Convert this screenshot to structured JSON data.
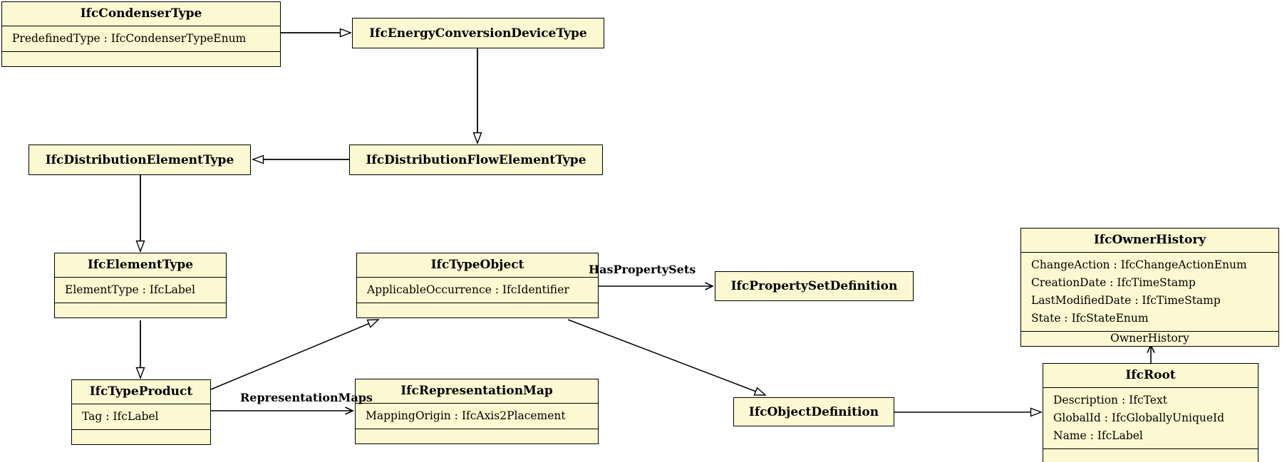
{
  "diagram": {
    "kind": "uml-class-diagram",
    "background_color": "#ffffff",
    "class_fill_color": "#fcf8d1",
    "border_color": "#000000"
  },
  "classes": [
    {
      "name": "IfcCondenserType",
      "attributes": [
        "PredefinedType : IfcCondenserTypeEnum"
      ]
    },
    {
      "name": "IfcEnergyConversionDeviceType",
      "attributes": []
    },
    {
      "name": "IfcDistributionElementType",
      "attributes": []
    },
    {
      "name": "IfcDistributionFlowElementType",
      "attributes": []
    },
    {
      "name": "IfcElementType",
      "attributes": [
        "ElementType : IfcLabel"
      ]
    },
    {
      "name": "IfcTypeObject",
      "attributes": [
        "ApplicableOccurrence : IfcIdentifier"
      ]
    },
    {
      "name": "IfcPropertySetDefinition",
      "attributes": []
    },
    {
      "name": "IfcOwnerHistory",
      "attributes": [
        "ChangeAction : IfcChangeActionEnum",
        "CreationDate : IfcTimeStamp",
        "LastModifiedDate : IfcTimeStamp",
        "State : IfcStateEnum"
      ]
    },
    {
      "name": "IfcTypeProduct",
      "attributes": [
        "Tag : IfcLabel"
      ]
    },
    {
      "name": "IfcRepresentationMap",
      "attributes": [
        "MappingOrigin : IfcAxis2Placement"
      ]
    },
    {
      "name": "IfcObjectDefinition",
      "attributes": []
    },
    {
      "name": "IfcRoot",
      "attributes": [
        "Description : IfcText",
        "GlobalId : IfcGloballyUniqueId",
        "Name : IfcLabel"
      ]
    }
  ],
  "relationships": [
    {
      "from": "IfcCondenserType",
      "to": "IfcEnergyConversionDeviceType",
      "type": "generalization"
    },
    {
      "from": "IfcEnergyConversionDeviceType",
      "to": "IfcDistributionFlowElementType",
      "type": "generalization"
    },
    {
      "from": "IfcDistributionFlowElementType",
      "to": "IfcDistributionElementType",
      "type": "generalization"
    },
    {
      "from": "IfcDistributionElementType",
      "to": "IfcElementType",
      "type": "generalization"
    },
    {
      "from": "IfcElementType",
      "to": "IfcTypeProduct",
      "type": "generalization"
    },
    {
      "from": "IfcTypeProduct",
      "to": "IfcTypeObject",
      "type": "generalization"
    },
    {
      "from": "IfcTypeObject",
      "to": "IfcObjectDefinition",
      "type": "generalization"
    },
    {
      "from": "IfcObjectDefinition",
      "to": "IfcRoot",
      "type": "generalization"
    },
    {
      "from": "IfcTypeObject",
      "to": "IfcPropertySetDefinition",
      "type": "association",
      "label": "HasPropertySets"
    },
    {
      "from": "IfcTypeProduct",
      "to": "IfcRepresentationMap",
      "type": "association",
      "label": "RepresentationMaps"
    },
    {
      "from": "IfcRoot",
      "to": "IfcOwnerHistory",
      "type": "association",
      "label": "OwnerHistory"
    }
  ]
}
